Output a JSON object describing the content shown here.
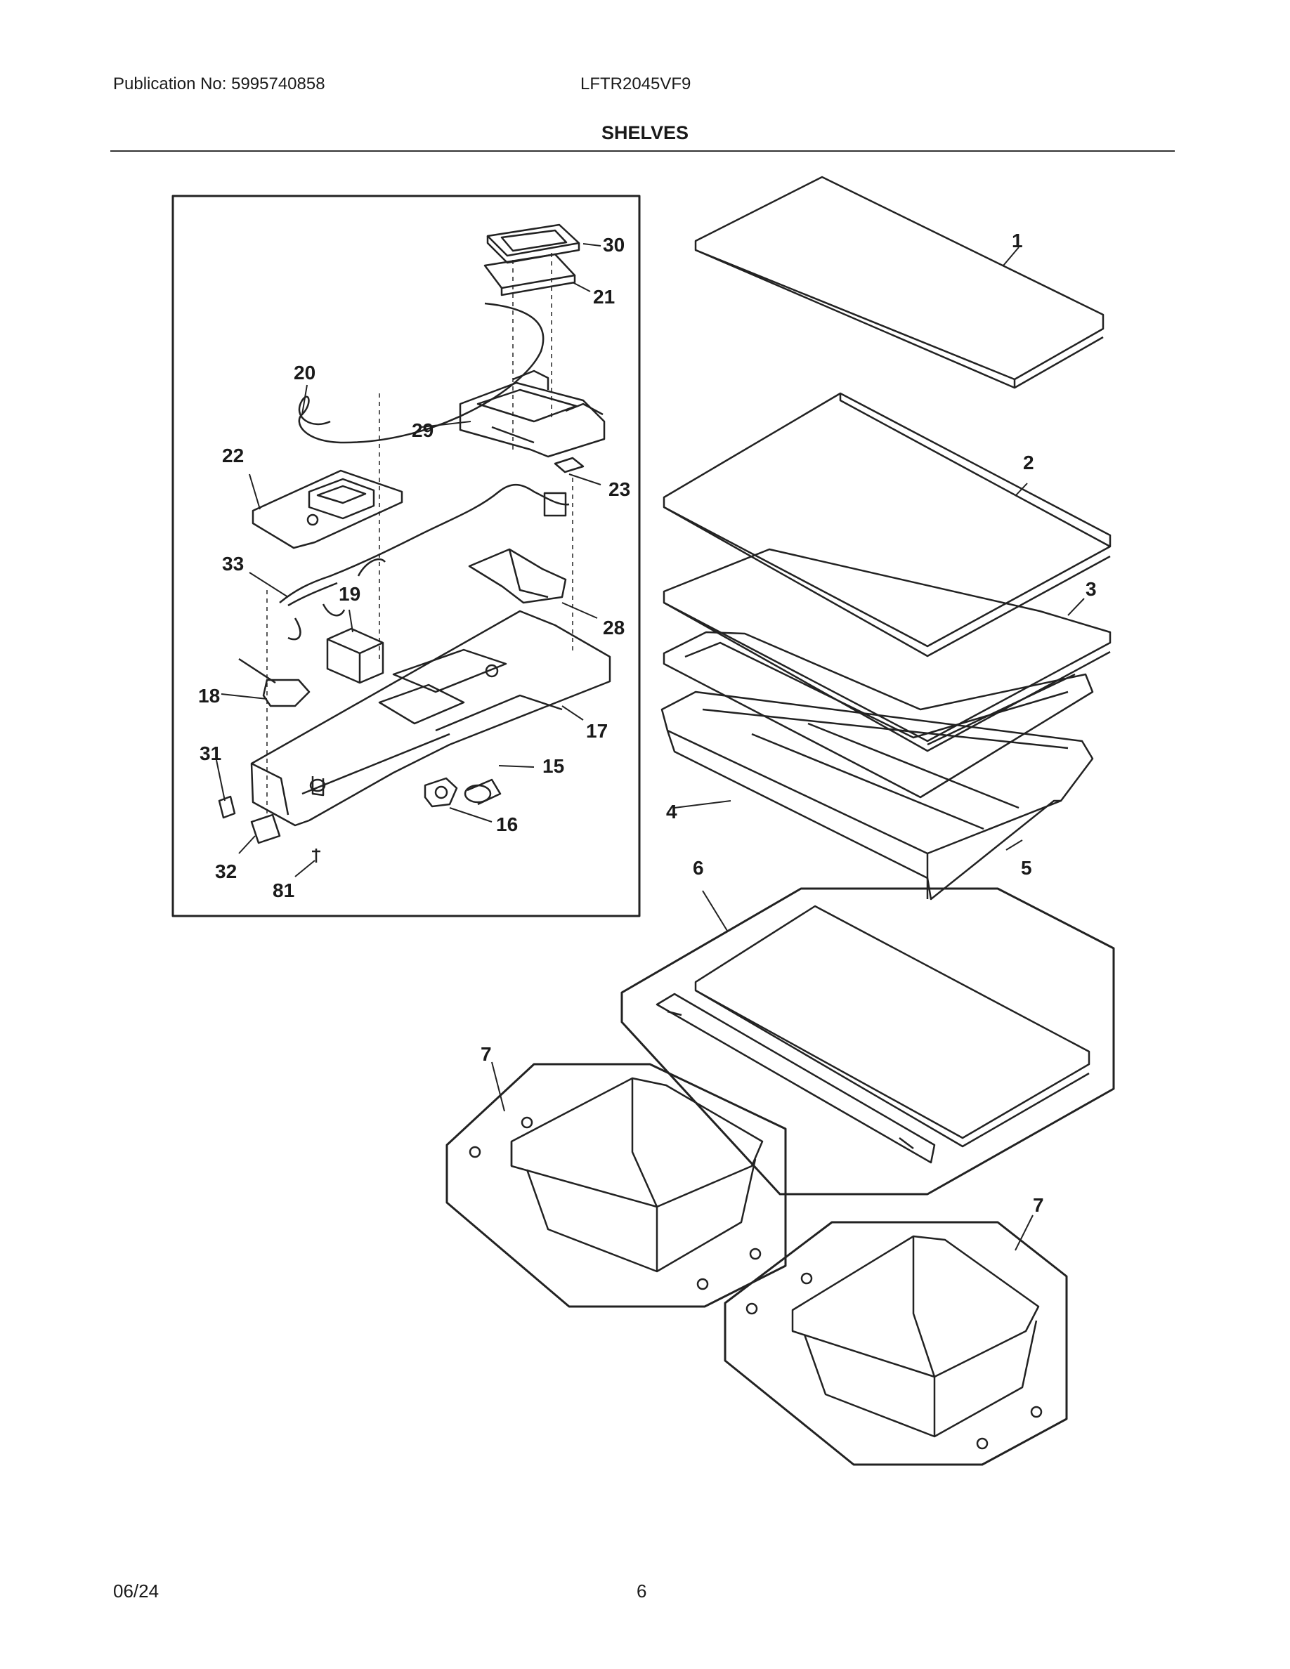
{
  "header": {
    "publication": "Publication No: 5995740858",
    "model": "LFTR2045VF9",
    "title": "SHELVES"
  },
  "footer": {
    "date": "06/24",
    "page": "6"
  },
  "callouts": {
    "c1": "1",
    "c2": "2",
    "c3": "3",
    "c4": "4",
    "c5": "5",
    "c6": "6",
    "c7a": "7",
    "c7b": "7",
    "c15": "15",
    "c16": "16",
    "c17": "17",
    "c18": "18",
    "c19": "19",
    "c20": "20",
    "c21": "21",
    "c22": "22",
    "c23": "23",
    "c28": "28",
    "c29": "29",
    "c30": "30",
    "c31": "31",
    "c32": "32",
    "c33": "33",
    "c81": "81"
  }
}
